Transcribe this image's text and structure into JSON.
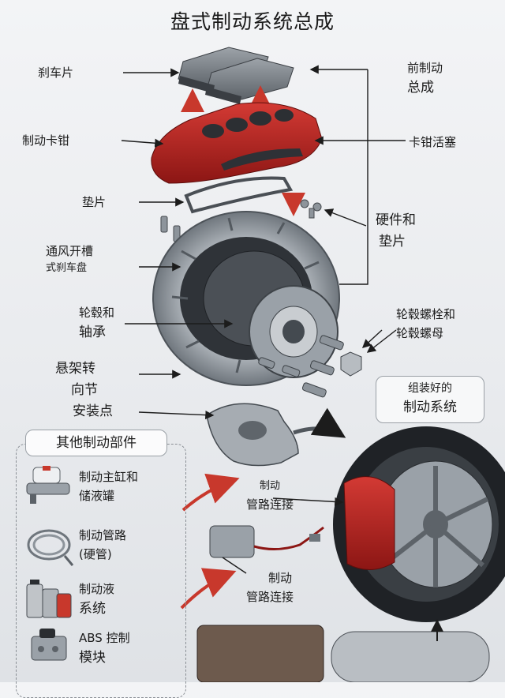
{
  "title": "盘式制动系统总成",
  "labels": {
    "brake_pads": "刹车片",
    "caliper": "制动卡钳",
    "shim": "垫片",
    "vented_rotor": [
      "通风开槽",
      "式刹车盘"
    ],
    "hub_bearing": [
      "轮毂和",
      "轴承"
    ],
    "knuckle": [
      "悬架转",
      "向节"
    ],
    "mount_point": "安装点",
    "front_brake_assembly": [
      "前制动",
      "总成"
    ],
    "caliper_piston": "卡钳活塞",
    "hardware_shims": [
      "硬件和",
      "垫片"
    ],
    "lug_bolts_nuts": [
      "轮毂螺栓和",
      "轮毂螺母"
    ],
    "assembled_system": [
      "组装好的",
      "制动系统"
    ],
    "brake_line_1": [
      "制动",
      "管路连接"
    ],
    "brake_line_2": [
      "制动",
      "管路连接"
    ]
  },
  "other_parts": {
    "header": "其他制动部件",
    "items": [
      {
        "name": [
          "制动主缸和",
          "储液罐"
        ],
        "icon": "master-cylinder-icon"
      },
      {
        "name": [
          "制动管路",
          "(硬管)"
        ],
        "icon": "brake-line-coil-icon"
      },
      {
        "name": [
          "制动液",
          "系统"
        ],
        "icon": "brake-fluid-bottles-icon"
      },
      {
        "name": [
          "ABS 控制",
          "模块"
        ],
        "icon": "abs-module-icon"
      }
    ]
  },
  "colors": {
    "caliper_red": "#b3201e",
    "arrow_red": "#c8382c",
    "steel": "#8d949b",
    "dark": "#2a2d31"
  }
}
